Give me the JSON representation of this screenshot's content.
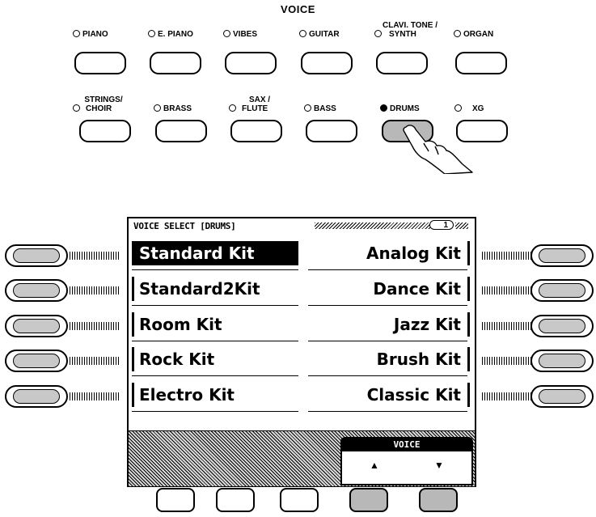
{
  "panel": {
    "title": "VOICE"
  },
  "voice_buttons": [
    {
      "label": "PIANO",
      "selected": false
    },
    {
      "label": "E. PIANO",
      "selected": false
    },
    {
      "label": "VIBES",
      "selected": false
    },
    {
      "label": "GUITAR",
      "selected": false
    },
    {
      "label_line1": "CLAVI. TONE /",
      "label_line2": "SYNTH",
      "selected": false
    },
    {
      "label": "ORGAN",
      "selected": false
    },
    {
      "label_line1": "STRINGS/",
      "label_line2": "CHOIR",
      "selected": false
    },
    {
      "label": "BRASS",
      "selected": false
    },
    {
      "label_line1": "SAX /",
      "label_line2": "FLUTE",
      "selected": false
    },
    {
      "label": "BASS",
      "selected": false
    },
    {
      "label": "DRUMS",
      "selected": true
    },
    {
      "label": "XG",
      "selected": false
    }
  ],
  "lcd": {
    "title": "VOICE SELECT [DRUMS]",
    "page": "1",
    "left_items": [
      "Standard Kit",
      "Standard2Kit",
      "Room Kit",
      "Rock Kit",
      "Electro Kit"
    ],
    "right_items": [
      "Analog Kit",
      "Dance Kit",
      "Jazz Kit",
      "Brush Kit",
      "Classic Kit"
    ],
    "selected_item": "Standard Kit",
    "voice_tab": {
      "label": "VOICE",
      "up": "▲",
      "down": "▼"
    }
  },
  "colors": {
    "button_gray": "#b8b8b8",
    "lcd_black": "#000000"
  },
  "icons": {
    "led": "led-indicator-icon",
    "hand": "pointing-hand-icon"
  }
}
